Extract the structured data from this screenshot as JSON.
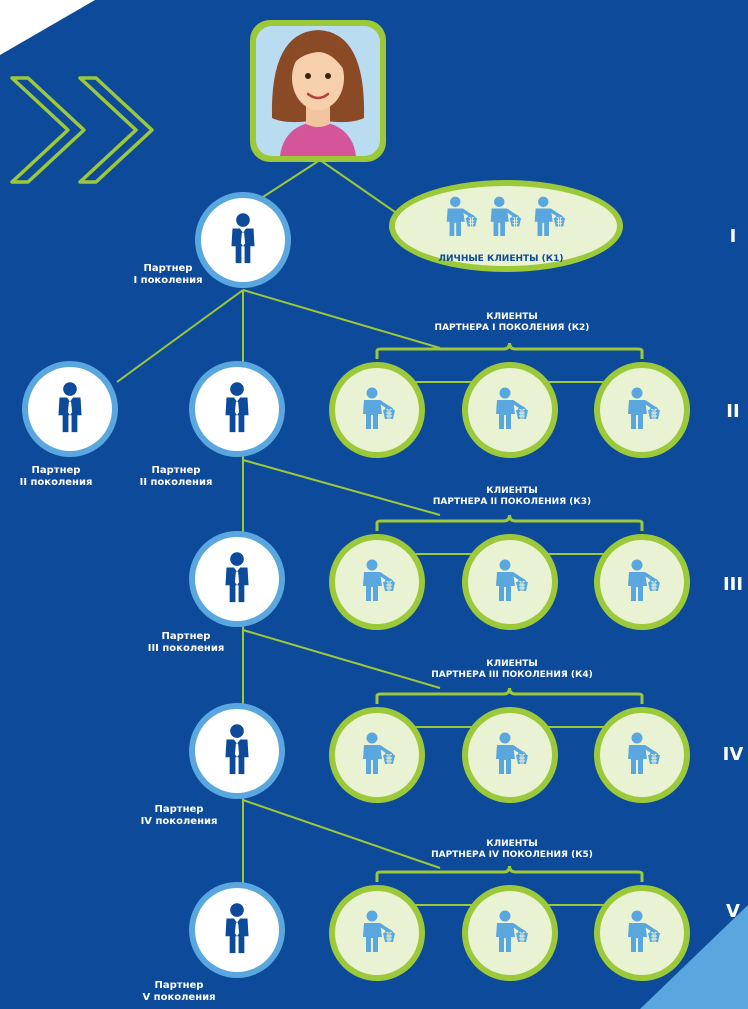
{
  "root": {
    "icon": "woman-avatar-icon"
  },
  "personal_clients": {
    "label": "ЛИЧНЫЕ КЛИЕНТЫ (К1)",
    "count": 3,
    "icon": "shopper-basket-icon"
  },
  "partners": [
    {
      "line1": "Партнер",
      "line2": "I поколения"
    },
    {
      "line1": "Партнер",
      "line2": "II поколения"
    },
    {
      "line1": "Партнер",
      "line2": "II поколения"
    },
    {
      "line1": "Партнер",
      "line2": "III поколения"
    },
    {
      "line1": "Партнер",
      "line2": "IV поколения"
    },
    {
      "line1": "Партнер",
      "line2": "V поколения"
    }
  ],
  "client_groups": [
    {
      "line1": "КЛИЕНТЫ",
      "line2": "ПАРТНЕРА I ПОКОЛЕНИЯ (К2)",
      "count": 3
    },
    {
      "line1": "КЛИЕНТЫ",
      "line2": "ПАРТНЕРА II ПОКОЛЕНИЯ (К3)",
      "count": 3
    },
    {
      "line1": "КЛИЕНТЫ",
      "line2": "ПАРТНЕРА III ПОКОЛЕНИЯ (К4)",
      "count": 3
    },
    {
      "line1": "КЛИЕНТЫ",
      "line2": "ПАРТНЕРА IV ПОКОЛЕНИЯ (К5)",
      "count": 3
    }
  ],
  "levels": [
    "I",
    "II",
    "III",
    "IV",
    "V"
  ],
  "colors": {
    "background": "#0d4a9a",
    "line": "#9cc93a",
    "circle_ring": "#5aa7e0",
    "circle_fill": "#ffffff",
    "person": "#0d4a9a",
    "client_fill": "#e9f2d2",
    "client_ring": "#9cc93a",
    "client_person": "#5aa7e0",
    "accent_corner": "#5aa7e0"
  }
}
